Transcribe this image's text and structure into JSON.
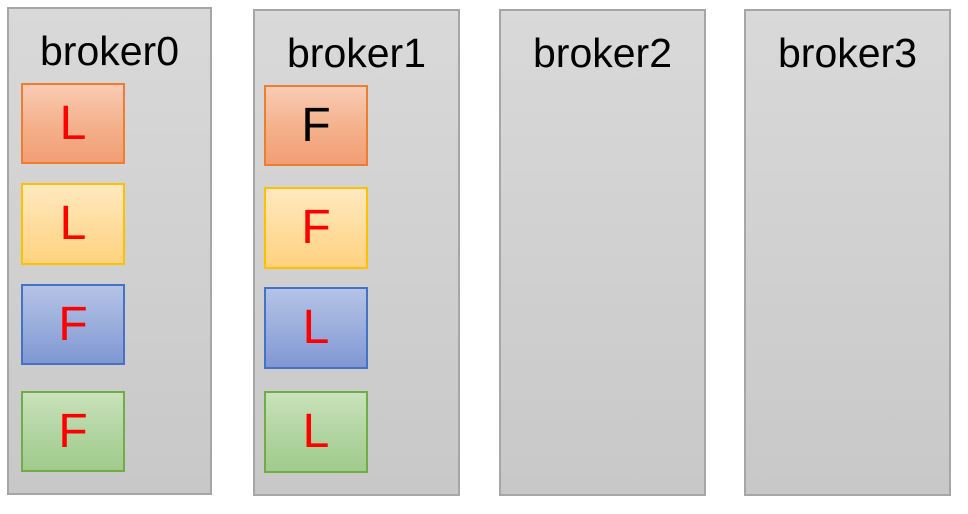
{
  "brokers": [
    {
      "name": "broker0",
      "partitions": [
        {
          "label": "L",
          "color": "#ed7d31",
          "text_color": "#ff0000"
        },
        {
          "label": "L",
          "color": "#ffc000",
          "text_color": "#ff0000"
        },
        {
          "label": "F",
          "color": "#4472c4",
          "text_color": "#ff0000"
        },
        {
          "label": "F",
          "color": "#70ad47",
          "text_color": "#ff0000"
        }
      ]
    },
    {
      "name": "broker1",
      "partitions": [
        {
          "label": "F",
          "color": "#ed7d31",
          "text_color": "#000000"
        },
        {
          "label": "F",
          "color": "#ffc000",
          "text_color": "#ff0000"
        },
        {
          "label": "L",
          "color": "#4472c4",
          "text_color": "#ff0000"
        },
        {
          "label": "L",
          "color": "#70ad47",
          "text_color": "#ff0000"
        }
      ]
    },
    {
      "name": "broker2",
      "partitions": []
    },
    {
      "name": "broker3",
      "partitions": []
    }
  ]
}
